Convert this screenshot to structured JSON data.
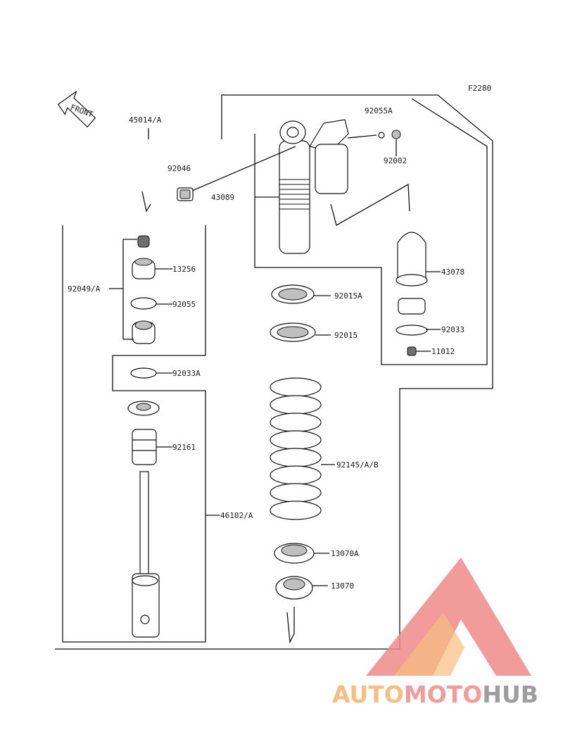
{
  "figure_code": "F2280",
  "front_label": "FRONT",
  "watermark": {
    "word_part1": "AUTO",
    "word_part2": "MOTO",
    "word_part3": "HUB",
    "color_orange": "#f5b36a",
    "color_red": "#f08a8a",
    "color_grey": "#8c8c8c"
  },
  "labels": {
    "p45014A": "45014/A",
    "p92055A": "92055A",
    "p92046": "92046",
    "p92002": "92002",
    "p43089": "43089",
    "p13256": "13256",
    "p92049A": "92049/A",
    "p92055": "92055",
    "p43078": "43078",
    "p92015A": "92015A",
    "p92015": "92015",
    "p92033": "92033",
    "p11012": "11012",
    "p92033A": "92033A",
    "p92161": "92161",
    "p92145AB": "92145/A/B",
    "p46102A": "46102/A",
    "p13070A": "13070A",
    "p13070": "13070"
  }
}
